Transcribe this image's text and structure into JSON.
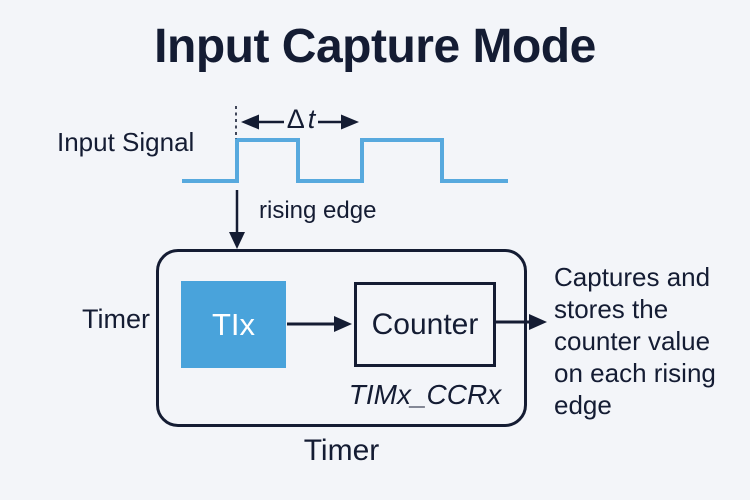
{
  "title": "Input Capture Mode",
  "colors": {
    "background": "#f3f5f9",
    "ink": "#141c33",
    "signal_blue": "#57a9de",
    "box_blue": "#49a3db",
    "tix_text": "#ffffff"
  },
  "signal": {
    "label": "Input Signal",
    "delta_symbol": "Δ",
    "t_symbol": "t",
    "rising_edge_label": "rising edge"
  },
  "diagram": {
    "tix_label": "TIx",
    "counter_label": "Counter",
    "register_label": "TIMx_CCRx",
    "timer_side_label": "Timer",
    "timer_bottom_label": "Timer"
  },
  "caption": {
    "lines": [
      "Captures and",
      "stores the",
      "counter value",
      "on each rising",
      "edge"
    ]
  }
}
